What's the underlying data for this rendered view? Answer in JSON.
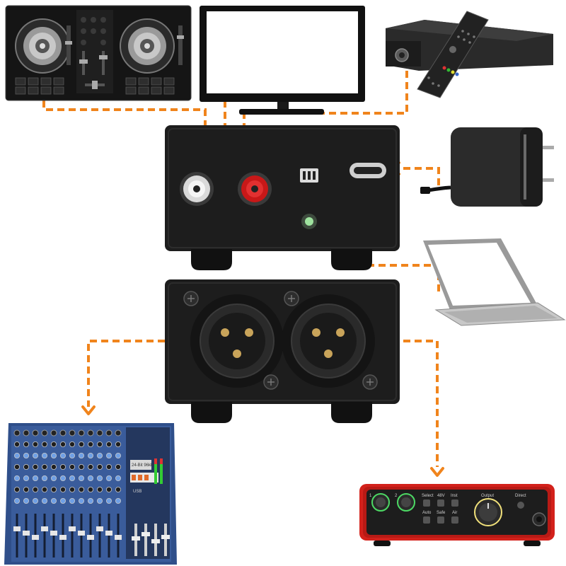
{
  "colors": {
    "connection": "#f0841c",
    "device_body": "#1d1d1d",
    "interface_red": "#d3211b",
    "mixer_blue": "#2f4f8a"
  },
  "devices": {
    "dj_controller": {
      "icon": "dj-controller-icon"
    },
    "tv_monitor": {
      "icon": "monitor-icon"
    },
    "set_top_box": {
      "icon": "set-top-box-icon"
    },
    "rca_unit": {
      "icon": "rca-converter-icon"
    },
    "usb_charger": {
      "icon": "usb-power-adapter-icon"
    },
    "laptop": {
      "icon": "laptop-icon"
    },
    "xlr_unit": {
      "icon": "xlr-converter-icon"
    },
    "mixer": {
      "icon": "mixing-console-icon",
      "labels": {
        "model": "24-Bit 96kHz",
        "meter": "USB"
      }
    },
    "audio_interface": {
      "icon": "audio-interface-icon",
      "labels": {
        "in1": "1",
        "in2": "2",
        "select": "Select",
        "48v": "48V",
        "inst": "Inst",
        "auto": "Auto",
        "safe": "Safe",
        "air": "Air",
        "output": "Output",
        "direct": "Direct"
      }
    }
  }
}
